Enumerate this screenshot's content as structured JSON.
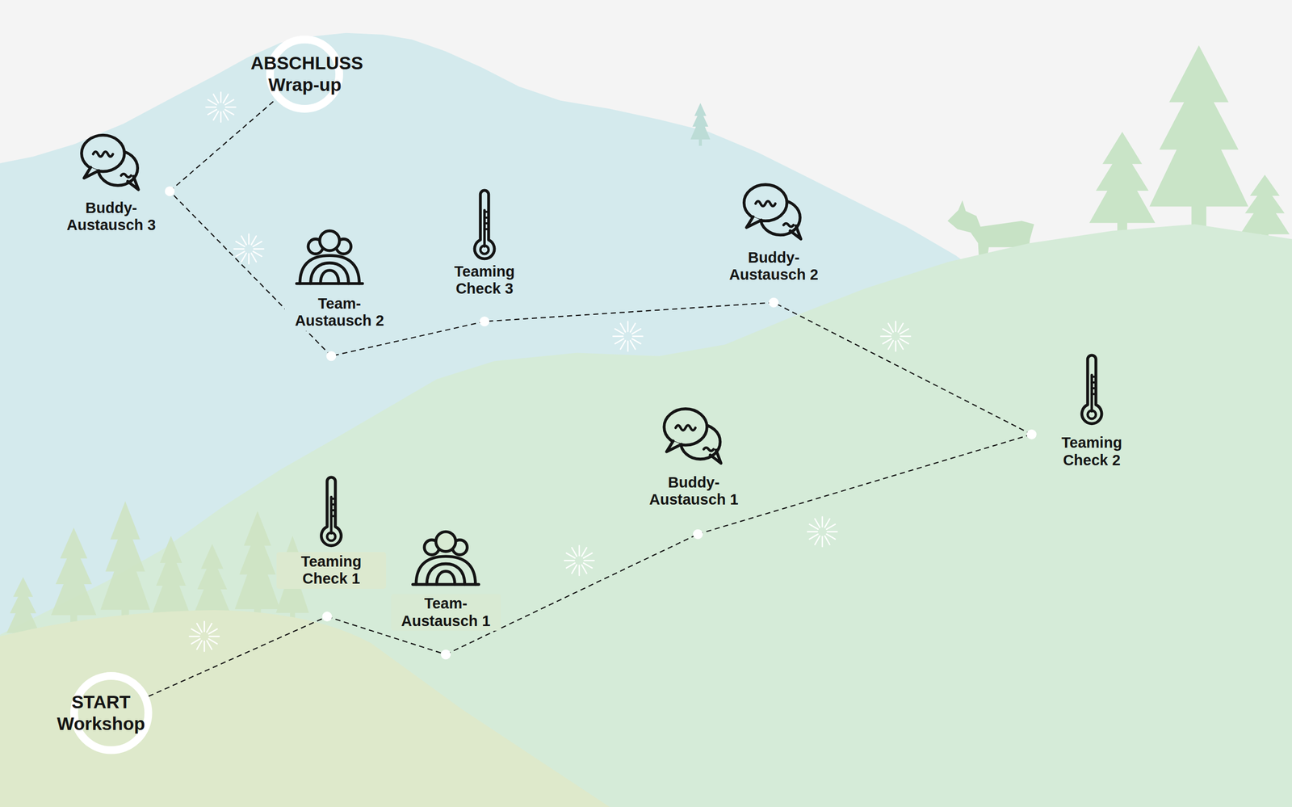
{
  "diagram": {
    "nodes": [
      {
        "text": [
          "START Workshop"
        ]
      },
      {
        "text": [
          "Teaming Check 1"
        ]
      },
      {
        "text": [
          "Team-Austausch 1"
        ]
      },
      {
        "text": [
          "Buddy-Austausch 1"
        ]
      },
      {
        "text": [
          "Teaming Check 2"
        ]
      },
      {
        "text": [
          "Buddy-Austausch 2"
        ]
      },
      {
        "text": [
          "Teaming Check 3"
        ]
      },
      {
        "text": [
          "Team-Austausch 2"
        ]
      },
      {
        "text": [
          "Buddy-Austausch 3"
        ]
      },
      {
        "text": [
          "ABSCHLUSS Wrap-up"
        ]
      }
    ],
    "edges": [
      {
        "from": 0,
        "to": 1,
        "arrow": "none"
      },
      {
        "from": 1,
        "to": 2,
        "arrow": "none"
      },
      {
        "from": 2,
        "to": 3,
        "arrow": "none"
      },
      {
        "from": 3,
        "to": 4,
        "arrow": "none"
      },
      {
        "from": 4,
        "to": 5,
        "arrow": "none"
      },
      {
        "from": 5,
        "to": 6,
        "arrow": "none"
      },
      {
        "from": 6,
        "to": 7,
        "arrow": "none"
      },
      {
        "from": 7,
        "to": 8,
        "arrow": "none"
      },
      {
        "from": 8,
        "to": 9,
        "arrow": "none"
      }
    ]
  }
}
